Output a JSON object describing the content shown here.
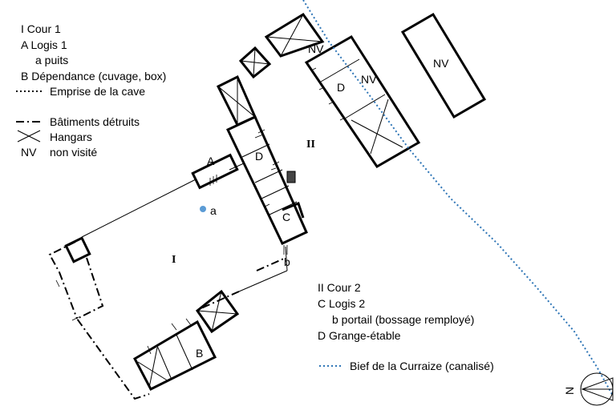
{
  "legend": {
    "cour1": "I Cour 1",
    "logis1": "A Logis 1",
    "puits": "a  puits",
    "dependance": "B Dépendance (cuvage, box)",
    "cave": "Emprise de la cave",
    "detruits": "Bâtiments détruits",
    "hangars": "Hangars",
    "nv_code": "NV",
    "nv_text": "non visité"
  },
  "legend2": {
    "cour2": "II Cour 2",
    "logis2": "C Logis 2",
    "portail": "b  portail (bossage remployé)",
    "grange": "D Grange-étable",
    "bief": "Bief de la Curraize (canalisé)"
  },
  "labels": {
    "court1": "I",
    "court2": "II",
    "A": "A",
    "a": "a",
    "B": "B",
    "C": "C",
    "b": "b",
    "D1": "D",
    "D2": "D",
    "NV1": "NV",
    "NV2": "NV",
    "NV3": "NV",
    "north": "N"
  },
  "colors": {
    "canal": "#2e75b6",
    "well": "#5b9bd5",
    "ink": "#000000"
  }
}
